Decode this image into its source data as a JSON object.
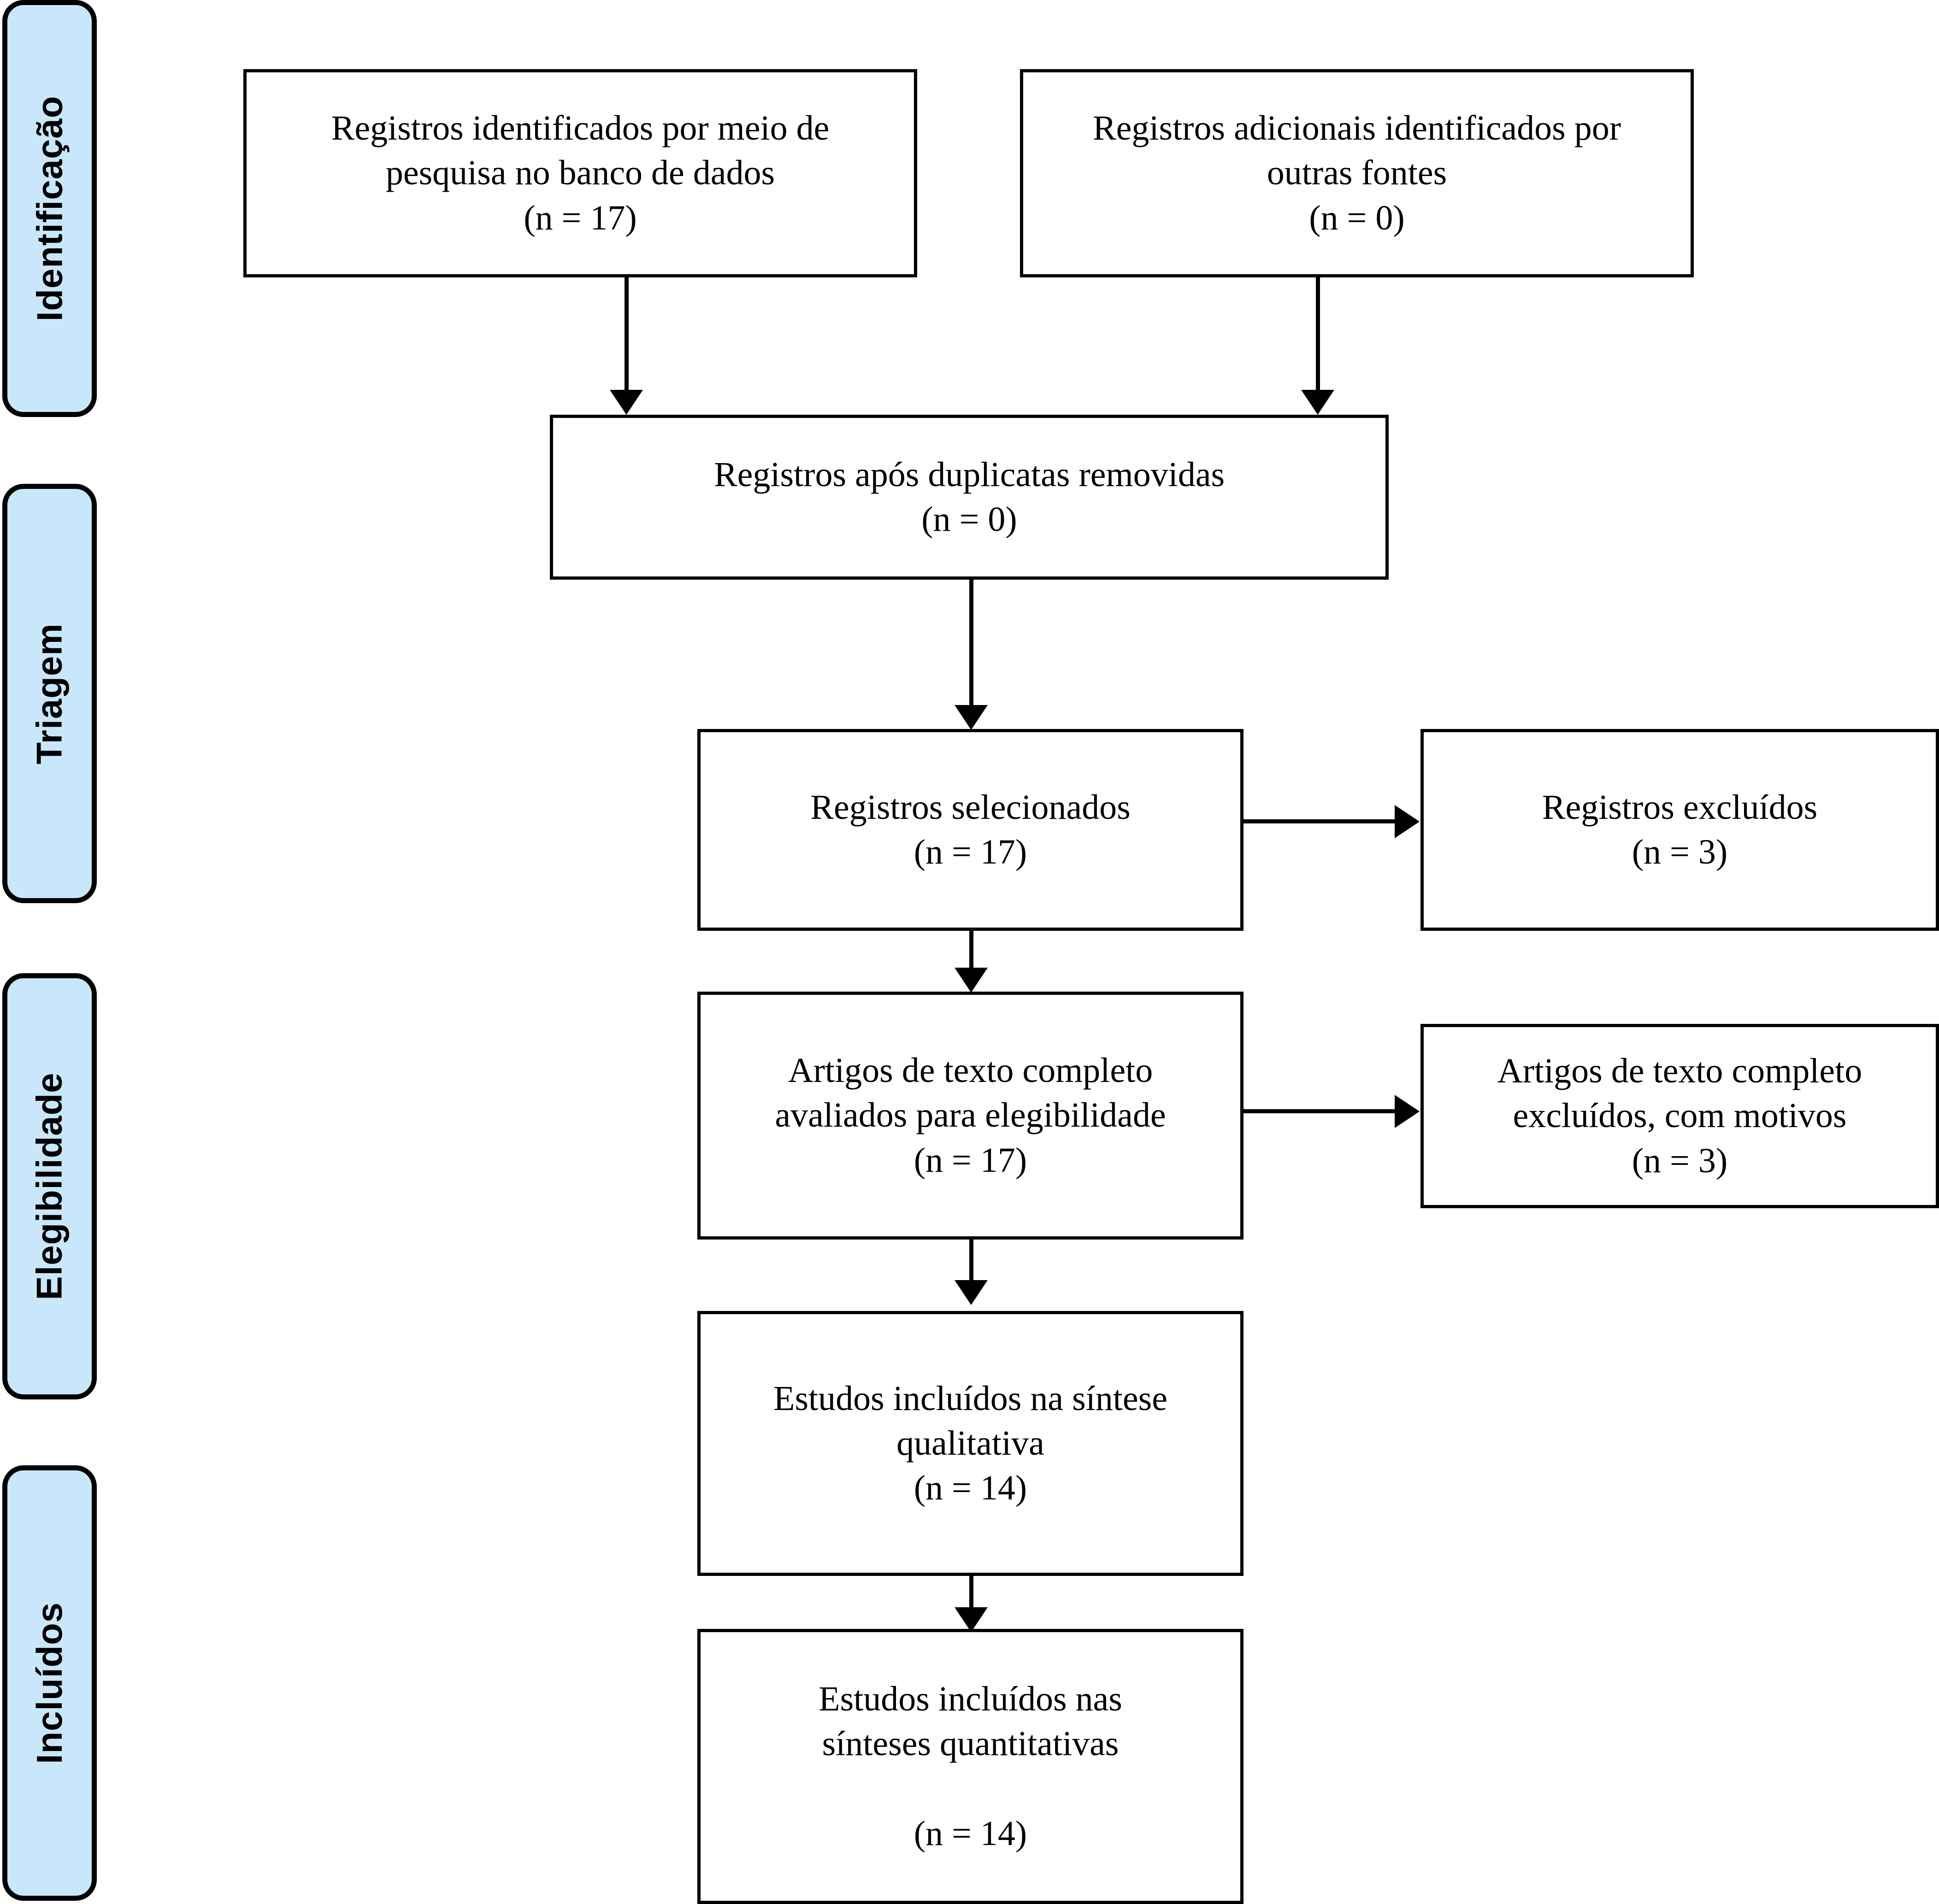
{
  "diagram": {
    "type": "prisma-flow-diagram",
    "language": "pt-BR",
    "accent_color": "#c9e7fb",
    "border_color": "#000000",
    "background_color": "#ffffff"
  },
  "stages": [
    {
      "id": "identification",
      "label": "Identificação"
    },
    {
      "id": "screening",
      "label": "Triagem"
    },
    {
      "id": "eligibility",
      "label": "Elegibilidade"
    },
    {
      "id": "included",
      "label": "Incluídos"
    }
  ],
  "boxes": {
    "database_records": {
      "text": "Registros identificados por meio de\npesquisa no banco de dados\n(n = 17)",
      "n": 17
    },
    "other_source_records": {
      "text": "Registros adicionais identificados por\noutras fontes\n(n = 0)",
      "n": 0
    },
    "after_duplicates": {
      "text": "Registros após duplicatas removidas\n(n = 0)",
      "n": 0
    },
    "screened_records": {
      "text": "Registros selecionados\n(n = 17)",
      "n": 17
    },
    "excluded_records": {
      "text": "Registros excluídos\n(n = 3)",
      "n": 3
    },
    "fulltext_assessed": {
      "text": "Artigos de texto completo\navaliados para elegibilidade\n(n = 17)",
      "n": 17
    },
    "fulltext_excluded": {
      "text": "Artigos de texto completo\nexcluídos, com motivos\n(n = 3)",
      "n": 3
    },
    "qualitative_synthesis": {
      "text": "Estudos incluídos na síntese\nqualitativa\n(n = 14)",
      "n": 14
    },
    "quantitative_synthesis": {
      "text": "Estudos incluídos nas\nsínteses quantitativas\n\n(n = 14)",
      "n": 14
    }
  }
}
